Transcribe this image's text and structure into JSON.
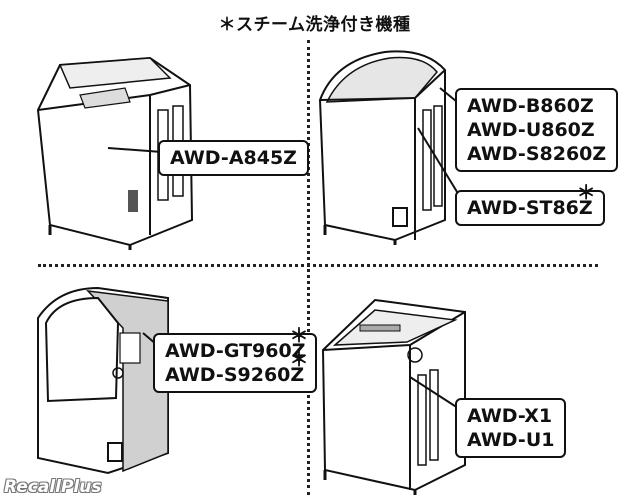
{
  "title": "＊スチーム洗浄付き機種",
  "watermark": "RecallPlus",
  "star": "＊",
  "groups": [
    {
      "lines": [
        {
          "text": "AWD-A845Z",
          "star": false
        }
      ]
    },
    {
      "lines": [
        {
          "text": "AWD-B860Z",
          "star": false
        },
        {
          "text": "AWD-U860Z",
          "star": false
        },
        {
          "text": "AWD-S8260Z",
          "star": false
        }
      ]
    },
    {
      "lines": [
        {
          "text": "AWD-ST86Z",
          "star": true
        }
      ]
    },
    {
      "lines": [
        {
          "text": "AWD-GT960Z",
          "star": true
        },
        {
          "text": "AWD-S9260Z",
          "star": true
        }
      ]
    },
    {
      "lines": [
        {
          "text": "AWD-X1",
          "star": false
        },
        {
          "text": "AWD-U1",
          "star": false
        }
      ]
    }
  ]
}
